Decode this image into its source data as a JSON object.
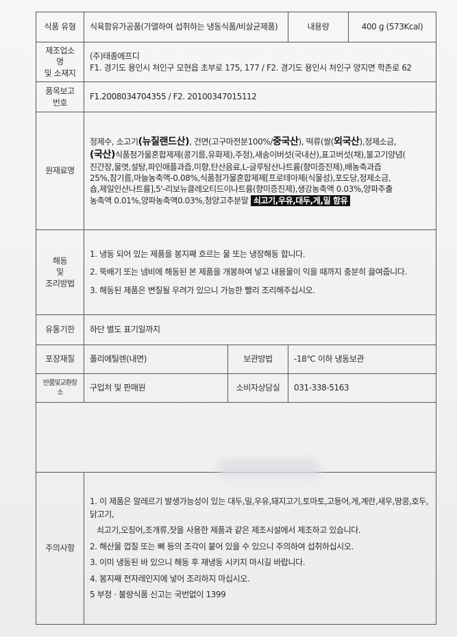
{
  "rows": {
    "type": {
      "label": "식품 유형",
      "value": "식육함유가공품(가열하여 섭취하는 냉동식품/비살균제품)",
      "volume_label": "내용량",
      "volume_value": "400 g (573Kcal)"
    },
    "maker": {
      "label_line1": "제조업소명",
      "label_line2": "및 소재지",
      "line1": "(주)태종에프디",
      "line2": "F1. 경기도 용인시 처인구 모현읍 초부로 175, 177 / F2. 경기도 용인시 처인구 양지면 학촌로 62"
    },
    "report": {
      "label": "품목보고번호",
      "value": "F1.2008034704355 / F2. 20100347015112"
    },
    "ingredients": {
      "label": "원재료명",
      "t1": "정제수, 소고기",
      "t2": "(뉴질랜드산)",
      "t3": ", 건면(고구마전분100%/",
      "t4": "중국산",
      "t5": "), 떡류(쌀(",
      "t6": "외국산",
      "t7": "),정제소금,",
      "t8": "(국산)",
      "t9": "식품첨가물혼합제제(콩기름,유화제),주정),새송이버섯(국내산),표고버섯(채),불고기양념(",
      "t10": "진간장,물엿,설탕,파인애플과즙,미향,탄산음료,L-글루탐산나트륨(향미증진제),배농축과즙",
      "t11": "25%,참기름,마늘농축액-0.08%,식품첨가물혼합제제[프로테아제(식물성),포도당,정제소금,",
      "t12": "숍,제일인산나트륨],5'-리보뉴클레오티드이나트륨(향미증진제),생강농축액 0.03%,양파추출",
      "t13": "농축액 0.01%,양파농축액0.03%,청양고추분말",
      "allergen": "쇠고기,우유,대두,게,밀 함유"
    },
    "cooking": {
      "label_line1": "해동",
      "label_line2": "및",
      "label_line3": "조리방법",
      "steps": [
        "1. 냉동 되어 있는 제품을 봉지째 흐르는 물 또는 냉장해동 합니다.",
        "2. 뚝배기 또는 냄비에 해동된 본 제품을 개봉하여 넣고 내용물이 익을 때까지 충분히 끓여줍니다.",
        "3. 해동된 제품은 변질될 우려가 있으니 가능한 빨리 조리해주십시오."
      ]
    },
    "expiry": {
      "label": "유통기한",
      "value": "하단 별도 표기일까지"
    },
    "packaging": {
      "label": "포장재질",
      "value": "폴리에틸렌(내면)",
      "storage_label": "보관방법",
      "storage_value": "-18℃ 이하 냉동보관"
    },
    "returns": {
      "label": "반품및교환장소",
      "value": "구입처 및 판매원",
      "consumer_label": "소비자상담실",
      "consumer_value": "031-338-5163"
    },
    "caution": {
      "label": "주의사항",
      "items": [
        "1. 이 제품은 알레르기 발생가능성이 있는 대두,밀,우유,돼지고기,토마토,고등어,게,계란,새우,땅콩,호두,닭고기,",
        "쇠고기,오징어,조개류,잣을 사용한 제품과 같은 제조시설에서 제조하고 있습니다.",
        "2. 해산물 껍질 또는 뼈 등의 조각이 붙어 있을 수 있으니 주의하여 섭취하십시오.",
        "3. 이미 냉동된 바 있으니 해동 후 재냉동 시키지 마시길 바랍니다.",
        "4. 봉지째 전자레인지에 넣어 조리하지 마십시오.",
        "5 부정 · 불량식품 신고는 국번없이 1399"
      ]
    }
  }
}
